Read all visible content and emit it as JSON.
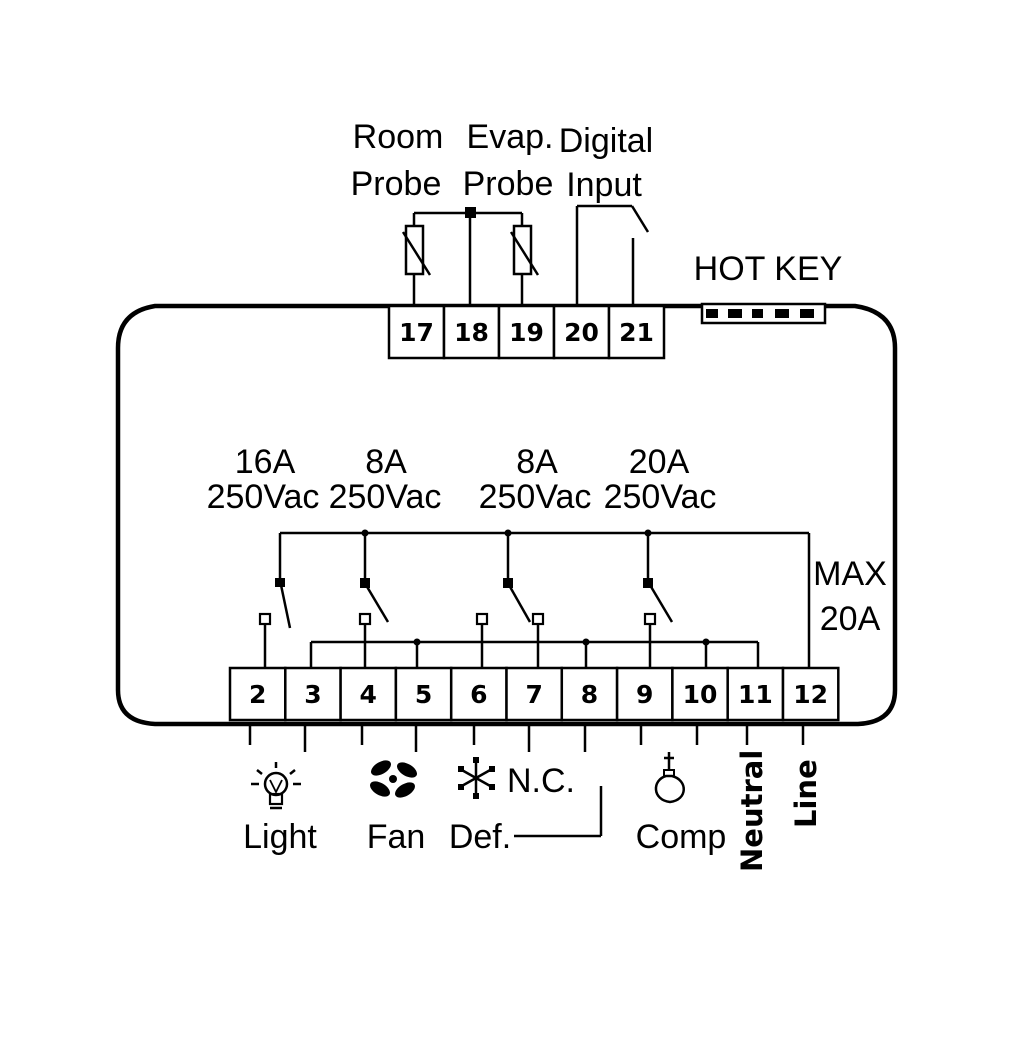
{
  "top_labels": {
    "room_probe": [
      "Room",
      "Probe"
    ],
    "evap_probe": [
      "Evap.",
      "Probe"
    ],
    "digital_input": [
      "Digital",
      "Input"
    ],
    "hot_key": "HOT KEY"
  },
  "top_terminals": [
    "17",
    "18",
    "19",
    "20",
    "21"
  ],
  "bottom_terminals": [
    "2",
    "3",
    "4",
    "5",
    "6",
    "7",
    "8",
    "9",
    "10",
    "11",
    "12"
  ],
  "ratings": [
    [
      "16A",
      "250Vac"
    ],
    [
      "8A",
      "250Vac"
    ],
    [
      "8A",
      "250Vac"
    ],
    [
      "20A",
      "250Vac"
    ]
  ],
  "max_rating": [
    "MAX",
    "20A"
  ],
  "loads": {
    "light": "Light",
    "fan": "Fan",
    "def": "Def.",
    "nc": "N.C.",
    "comp": "Comp",
    "neutral": "Neutral",
    "line": "Line"
  },
  "icons": {
    "light": "light-bulb-icon",
    "fan": "fan-icon",
    "def": "defrost-snowflake-icon",
    "comp": "compressor-icon"
  }
}
